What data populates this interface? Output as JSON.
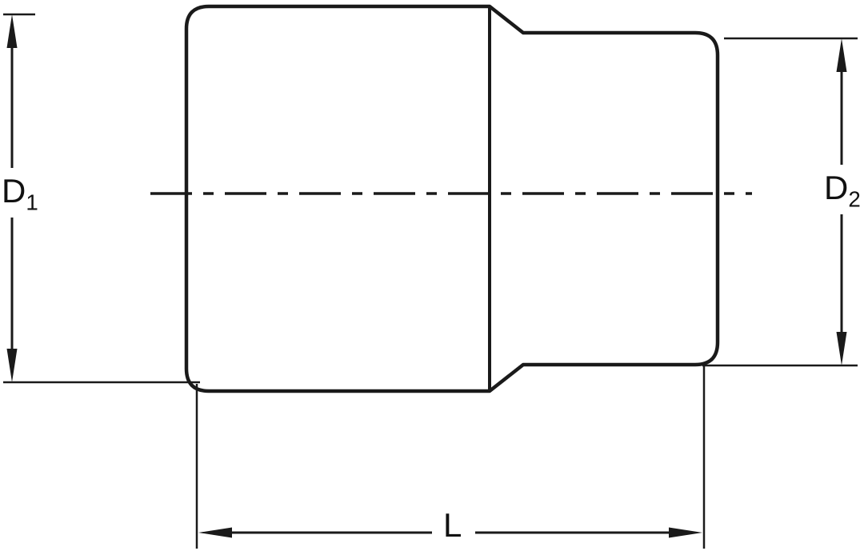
{
  "diagram": {
    "background": "#ffffff",
    "line_color": "#1a1a1a",
    "labels": {
      "d1": {
        "base": "D",
        "sub": "1"
      },
      "d2": {
        "base": "D",
        "sub": "2"
      },
      "length": {
        "base": "L"
      }
    }
  }
}
